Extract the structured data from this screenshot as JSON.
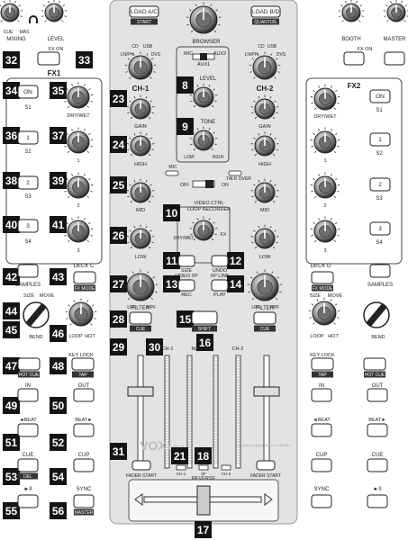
{
  "center": {
    "browser": "BROWSER",
    "load_a": "LOAD A/C",
    "load_a_shift": "START",
    "load_b": "LOAD B/D",
    "load_b_shift": "QUANTIZE",
    "ch1": "CH-1",
    "ch2": "CH-2",
    "gain": "GAIN",
    "high": "HIGH",
    "mid": "MID",
    "low": "LOW",
    "mic": "MIC",
    "aux1": "AUX1",
    "aux2": "AUX2",
    "level": "LEVEL",
    "tone": "TONE",
    "tone_low": "LOW",
    "tone_high": "HIGH",
    "off": "OFF",
    "on": "ON",
    "talk_over": "TALK OVER",
    "mic_ind": "MIC",
    "video_ctrl": "VIDEO CTRL",
    "loop_recorder": "LOOP RECORDER",
    "dry_wet": "DRY/WET",
    "fx": "FX",
    "size": "SIZE",
    "undo": "UNDO",
    "video_xp": "VIDEO XP",
    "rec": "REC",
    "xp_link": "XP LINK",
    "play": "PLAY",
    "filter": "FILTER",
    "cue": "CUE",
    "shift": "SHIFT",
    "lpf": "LPF",
    "hpf": "HPF",
    "input_cd": "CD",
    "input_usb": "USB",
    "input_lnpn": "LN/PH",
    "input_dvs": "DVS",
    "ch1_meter": "CH-1",
    "master_meter": "MASTER",
    "ch2_meter": "CH-2",
    "fader_start": "FADER\nSTART",
    "reverse": "REVERSE",
    "rev_ch1": "CH-1",
    "rev_xf": "XF",
    "rev_ch2": "CH-2",
    "brand": "VOX",
    "brand_sub": "ultra",
    "brand_tag": "4-Channel Digital Mixer Controller"
  },
  "left": {
    "cue_label": "CUE",
    "mas_label": "MAS",
    "mixing": "MIXING",
    "level": "LEVEL",
    "fx_on": "FX ON",
    "fx_title": "FX1",
    "on": "ON",
    "s1": "S1",
    "dry_wet": "DRY/WET",
    "btn1": "1",
    "s2": "S2",
    "btn2": "2",
    "s3": "S3",
    "btn3": "3",
    "s4": "S4",
    "samples": "SAMPLES",
    "deck": "DECK C",
    "fx_mode": "FX MODE",
    "size": "SIZE",
    "move": "MOVE",
    "loop": "LOOP",
    "hot": "HOT",
    "bend": "BEND",
    "off": "OFF",
    "hot_cue": "HOT CUE",
    "key_lock": "KEY LOCK",
    "tap": "TAP",
    "in": "IN",
    "out": "OUT",
    "beat_minus": "◄BEAT",
    "beat_plus": "BEAT►",
    "cue": "CUE",
    "cup": "CUP",
    "del": "DEL",
    "play": "►II",
    "sync": "SYNC",
    "master_tempo": "MASTER"
  },
  "right": {
    "booth": "BOOTH",
    "master": "MASTER",
    "fx_on": "FX ON",
    "fx_title": "FX2",
    "on": "ON",
    "s1": "S1",
    "dry_wet": "DRY/WET",
    "btn1": "1",
    "s2": "S2",
    "btn2": "2",
    "s3": "S3",
    "btn3": "3",
    "s4": "S4",
    "samples": "SAMPLES",
    "deck": "DECK D",
    "fx_mode": "FX MODE",
    "size": "SIZE",
    "move": "MOVE",
    "loop": "LOOP",
    "hot": "HOT",
    "bend": "BEND",
    "off": "OFF",
    "key_lock": "KEY LOCK",
    "tap": "TAP",
    "hot_cue": "HOT CUE",
    "in": "IN",
    "out": "OUT",
    "beat_minus": "◄BEAT",
    "beat_plus": "BEAT►",
    "cup": "CUP",
    "cue": "CUE",
    "sync": "SYNC",
    "play": "►II"
  },
  "callouts": [
    "8",
    "9",
    "10",
    "11",
    "12",
    "13",
    "14",
    "15",
    "16",
    "17",
    "18",
    "21",
    "23",
    "24",
    "25",
    "26",
    "27",
    "28",
    "29",
    "30",
    "31",
    "32",
    "33",
    "34",
    "35",
    "36",
    "37",
    "38",
    "39",
    "40",
    "41",
    "42",
    "43",
    "44",
    "45",
    "46",
    "47",
    "48",
    "49",
    "50",
    "51",
    "52",
    "53",
    "54",
    "55",
    "56"
  ]
}
